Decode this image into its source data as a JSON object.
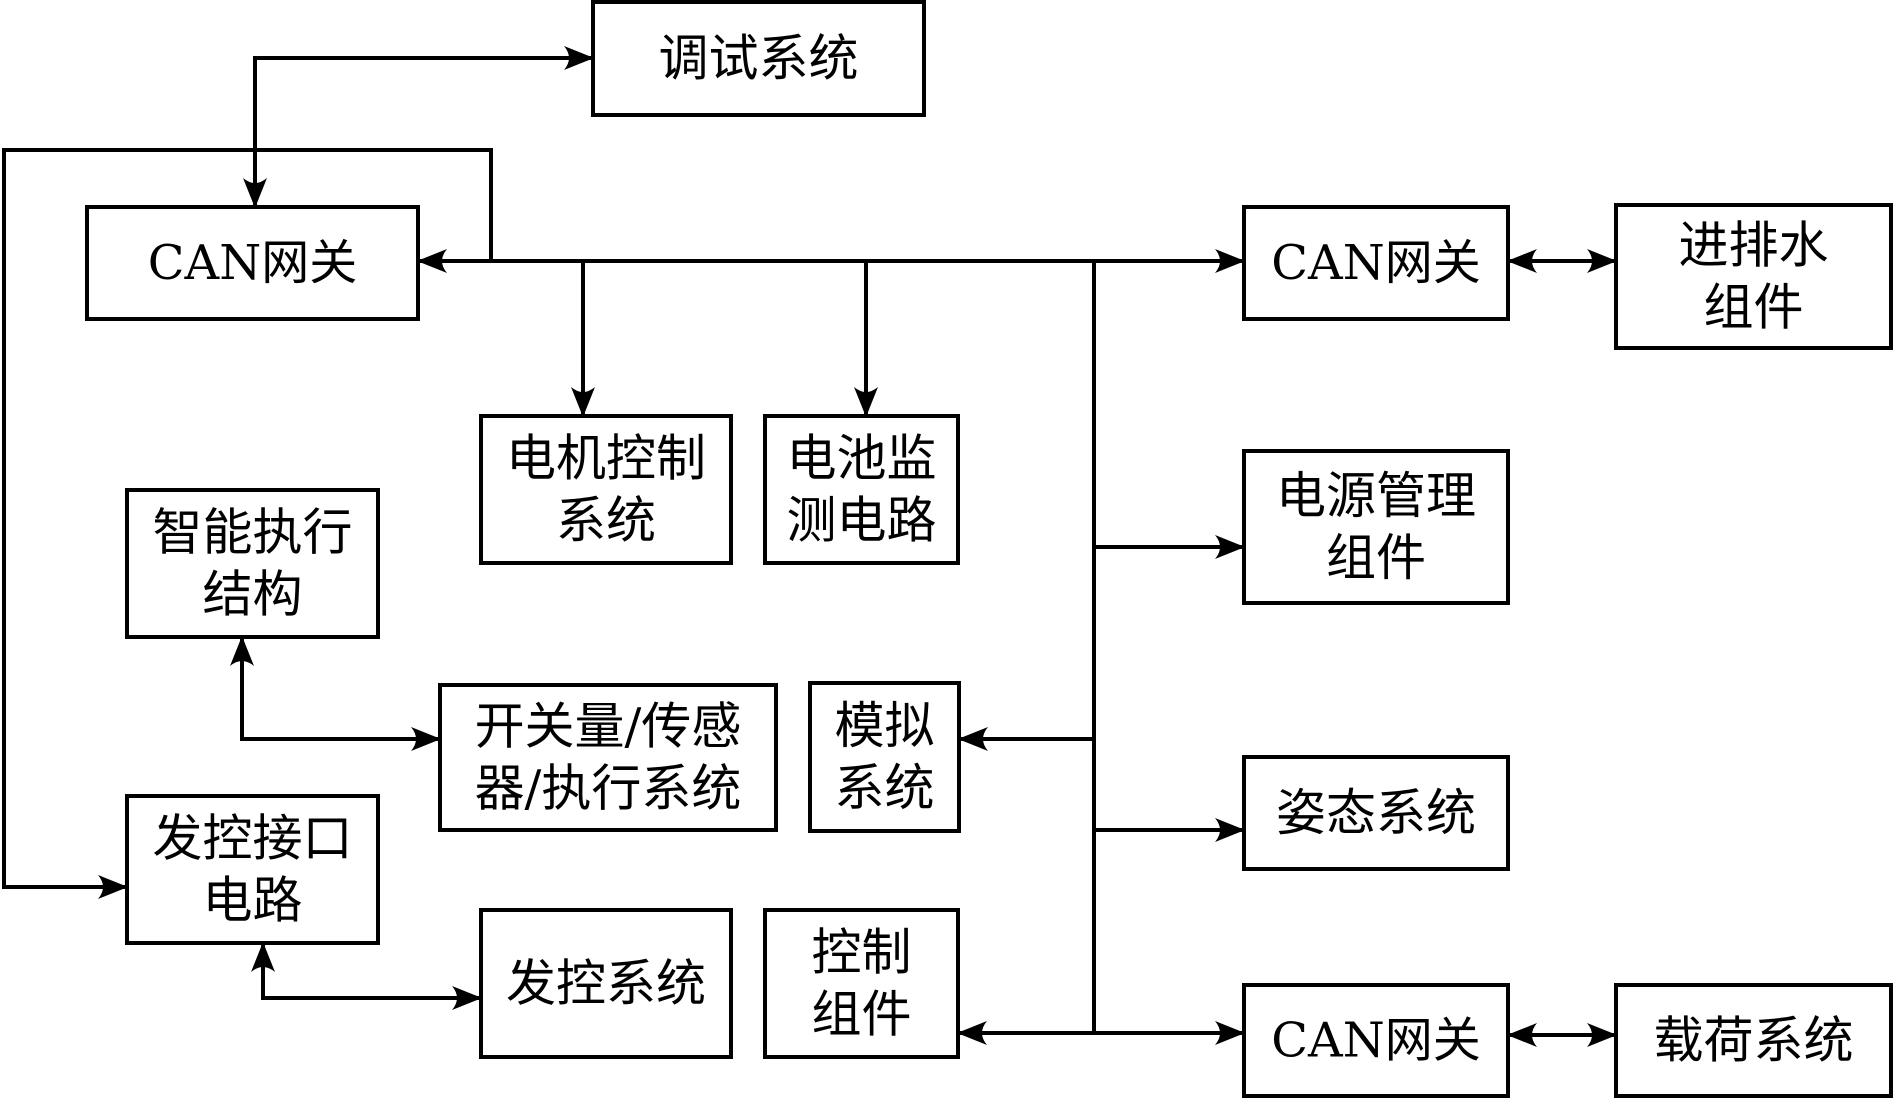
{
  "diagram": {
    "type": "block-diagram",
    "nodes": [
      {
        "id": "debug",
        "lines": [
          "调试系统"
        ]
      },
      {
        "id": "can_left",
        "lines": [
          "CAN网关"
        ]
      },
      {
        "id": "can_top_right",
        "lines": [
          "CAN网关"
        ]
      },
      {
        "id": "water",
        "lines": [
          "进排水",
          "组件"
        ]
      },
      {
        "id": "motor",
        "lines": [
          "电机控制",
          "系统"
        ]
      },
      {
        "id": "battery",
        "lines": [
          "电池监",
          "测电路"
        ]
      },
      {
        "id": "smart_actuator",
        "lines": [
          "智能执行",
          "结构"
        ]
      },
      {
        "id": "power_mgmt",
        "lines": [
          "电源管理",
          "组件"
        ]
      },
      {
        "id": "switch_sensor",
        "lines": [
          "开关量/传感",
          "器/执行系统"
        ]
      },
      {
        "id": "simulation",
        "lines": [
          "模拟",
          "系统"
        ]
      },
      {
        "id": "attitude",
        "lines": [
          "姿态系统"
        ]
      },
      {
        "id": "launch_interface",
        "lines": [
          "发控接口",
          "电路"
        ]
      },
      {
        "id": "launch_control",
        "lines": [
          "发控系统"
        ]
      },
      {
        "id": "control_component",
        "lines": [
          "控制",
          "组件"
        ]
      },
      {
        "id": "can_bottom_right",
        "lines": [
          "CAN网关"
        ]
      },
      {
        "id": "payload",
        "lines": [
          "载荷系统"
        ]
      }
    ],
    "edges": [
      {
        "from": "can_left",
        "to": "debug",
        "direction": "both"
      },
      {
        "from": "bus",
        "to": "can_left",
        "direction": "to"
      },
      {
        "from": "bus",
        "to": "can_top_right",
        "direction": "to"
      },
      {
        "from": "can_top_right",
        "to": "water",
        "direction": "both"
      },
      {
        "from": "bus",
        "to": "motor",
        "direction": "to"
      },
      {
        "from": "bus",
        "to": "battery",
        "direction": "to"
      },
      {
        "from": "bus",
        "to": "power_mgmt",
        "direction": "to"
      },
      {
        "from": "bus",
        "to": "simulation",
        "direction": "to"
      },
      {
        "from": "bus",
        "to": "attitude",
        "direction": "to"
      },
      {
        "from": "bus",
        "to": "control_component",
        "direction": "to"
      },
      {
        "from": "bus",
        "to": "can_bottom_right",
        "direction": "to"
      },
      {
        "from": "can_bottom_right",
        "to": "payload",
        "direction": "both"
      },
      {
        "from": "bus",
        "to": "launch_interface",
        "direction": "to"
      },
      {
        "from": "smart_actuator",
        "to": "switch_sensor",
        "direction": "both"
      },
      {
        "from": "launch_interface",
        "to": "launch_control",
        "direction": "both"
      }
    ]
  }
}
